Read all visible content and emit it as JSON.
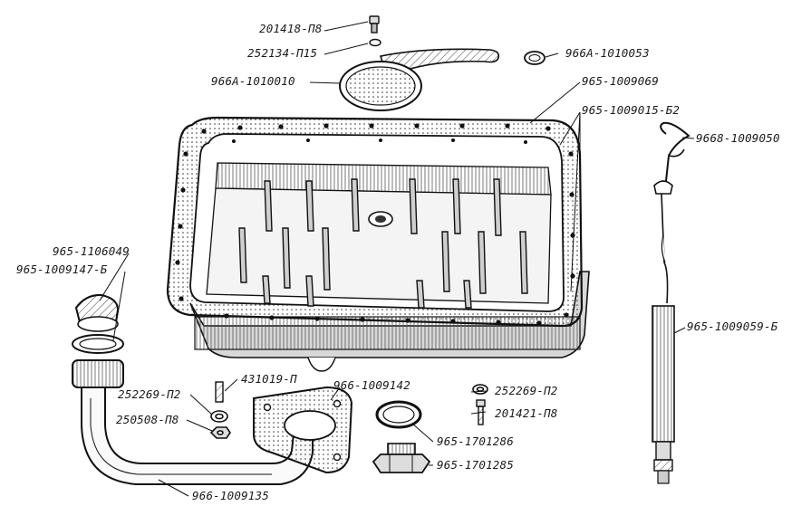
{
  "labels": {
    "bolt_top": "201418-П8",
    "washer_top": "252134-П15",
    "filter_cover": "966А-1010010",
    "gasket_small": "966А-1010053",
    "pan_assembly": "965-1009069",
    "pan_gaskets": "965-1009015-Б2",
    "dipstick_top": "9668-1009050",
    "dipstick_tube": "965-1009059-Б",
    "cap": "965-1106049",
    "cap_gasket": "965-1009147-Б",
    "stud": "431019-П",
    "washer_left": "252269-П2",
    "nut": "250508-П8",
    "flange": "966-1009142",
    "washer_right": "252269-П2",
    "bolt_right": "201421-П8",
    "ring_gasket": "965-1701286",
    "drain_plug": "965-1701285",
    "filler_pipe": "966-1009135"
  }
}
